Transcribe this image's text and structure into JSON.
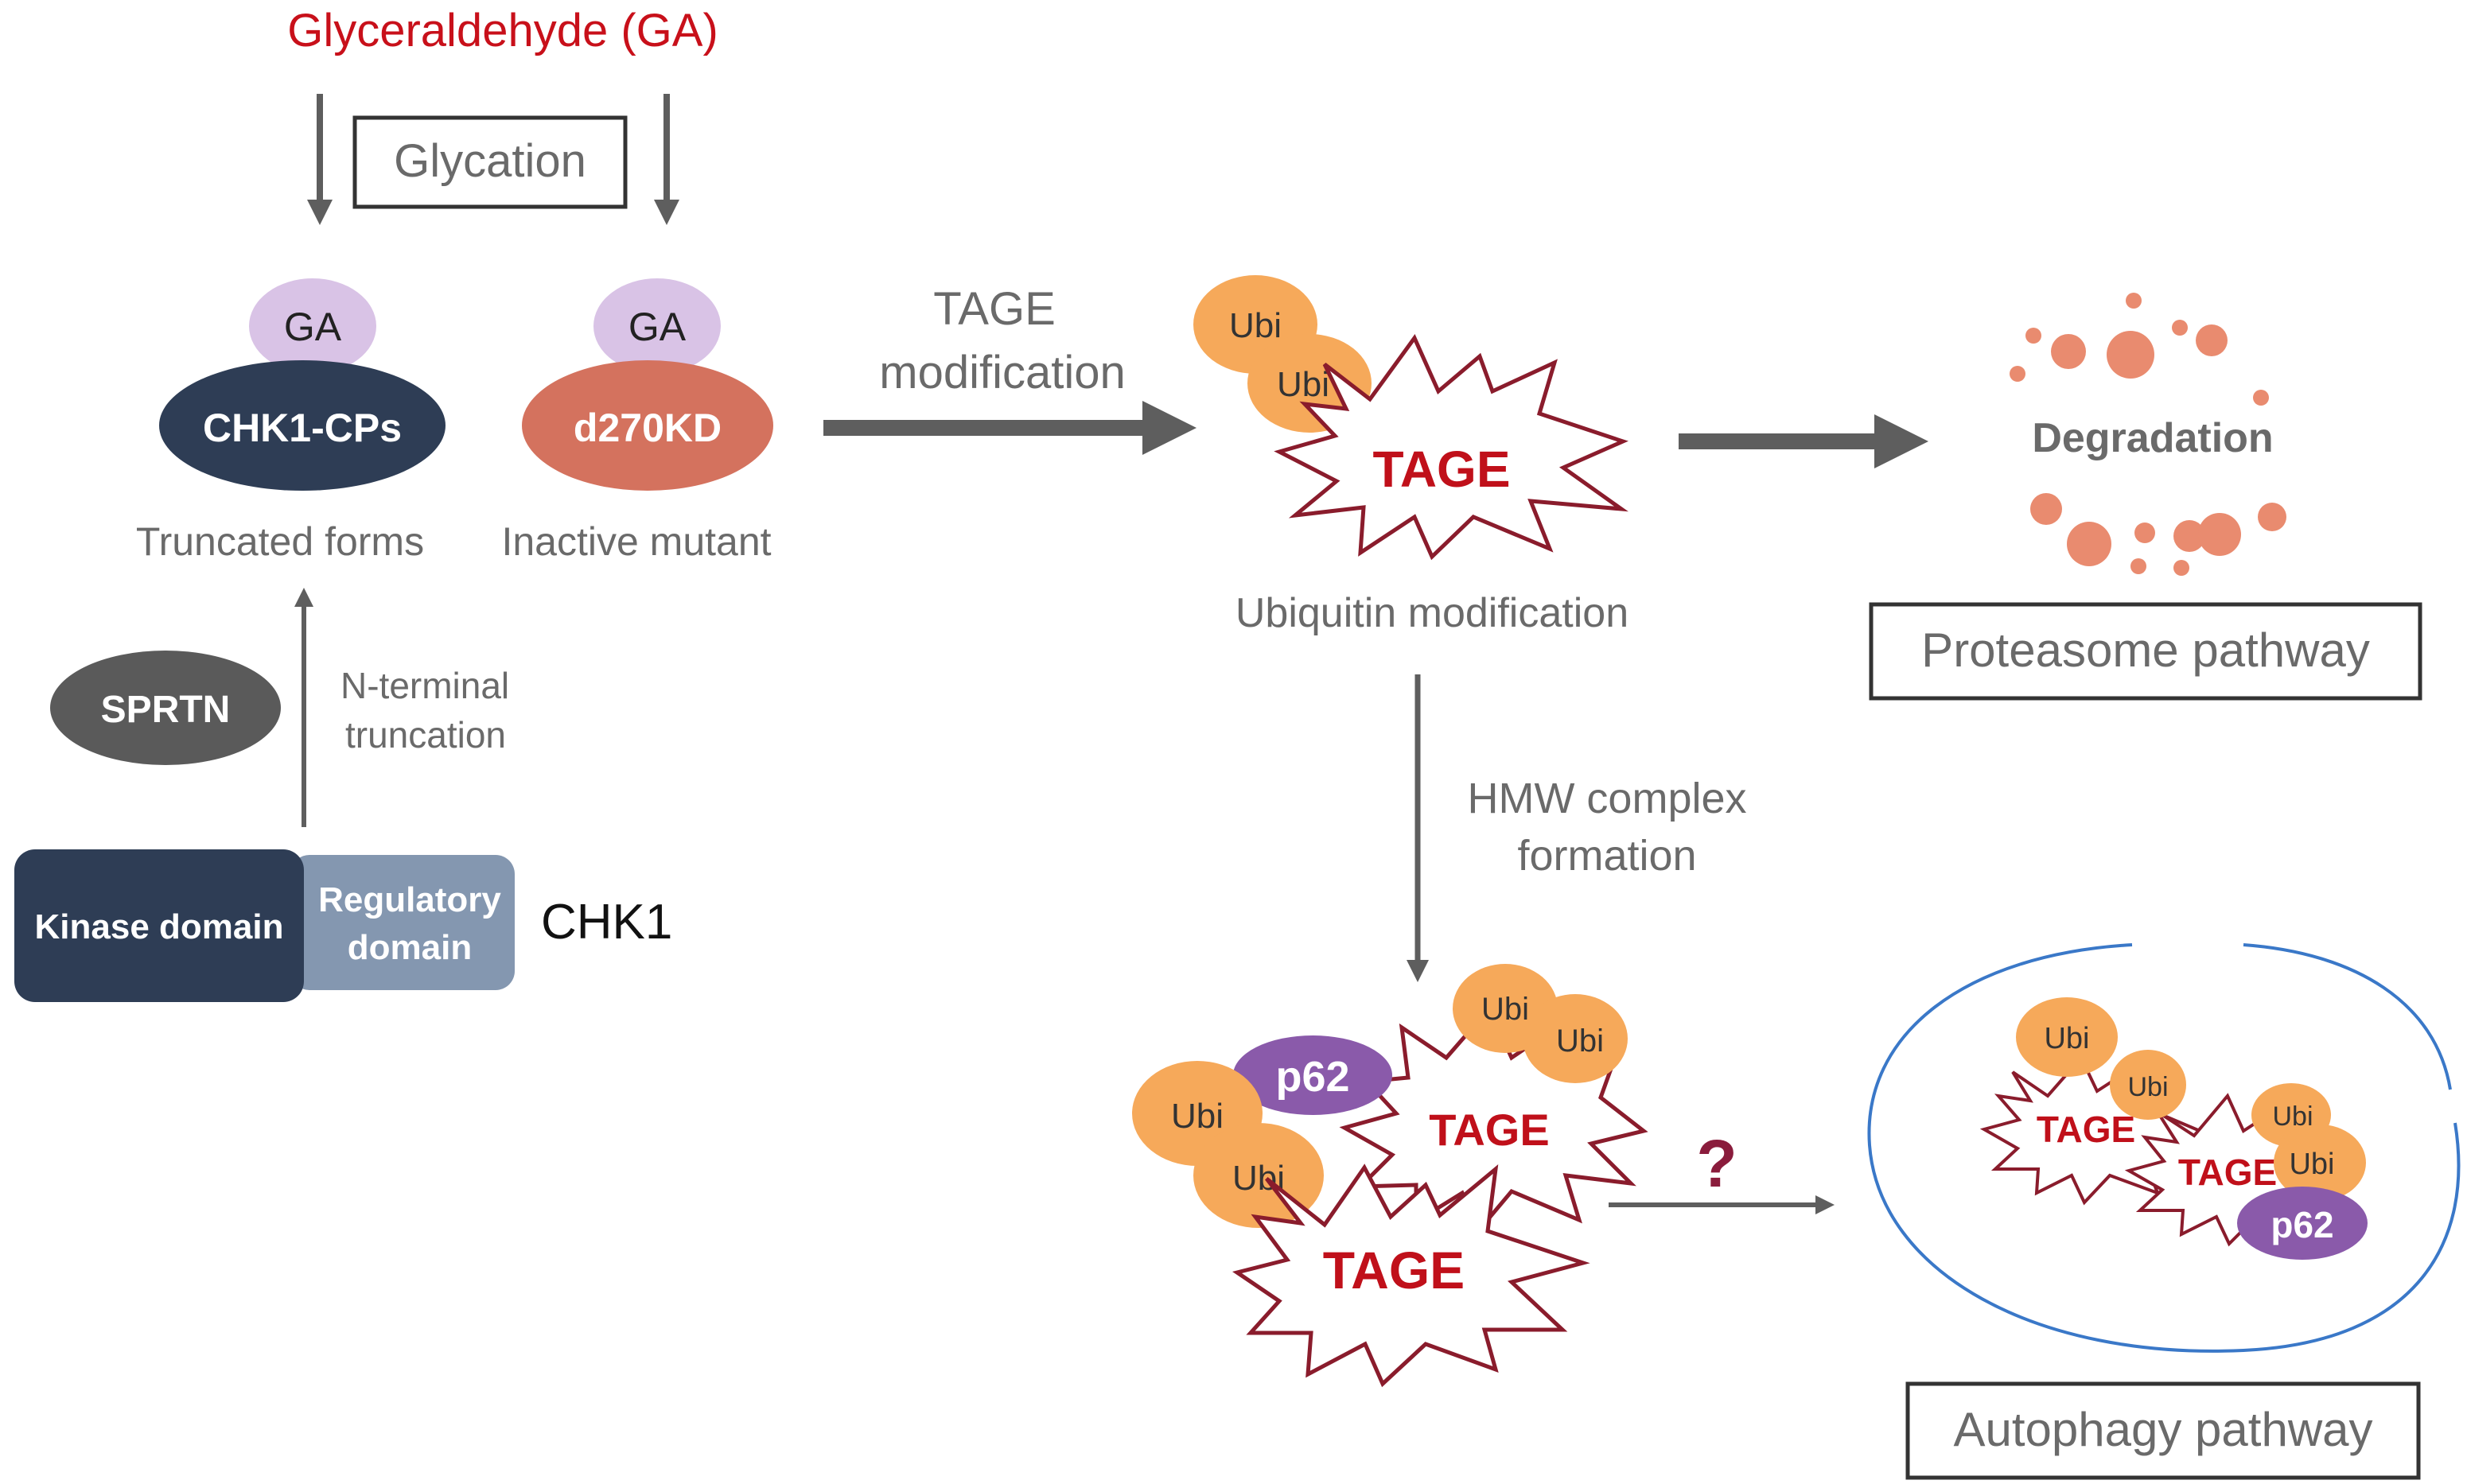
{
  "colors": {
    "ga_red": "#c8101a",
    "ga_badge": "#d9c3e6",
    "chk1_navy": "#2e3d55",
    "mutant_salmon": "#d4725e",
    "regulatory_blue": "#8497b0",
    "sprtn_gray": "#5a5a5a",
    "ubi_orange": "#f6a95a",
    "p62_purple": "#8a5aaa",
    "tage_outline": "#8a1c2c",
    "tage_text": "#c0101a",
    "degradation_dots": "#e98b6f",
    "arrow_gray": "#5e5e5e",
    "vesicle_blue": "#3a78c8",
    "question_mark": "#8a1c3c"
  },
  "labels": {
    "ga_title": "Glyceraldehyde (GA)",
    "glycation": "Glycation",
    "ga_badge": "GA",
    "chk1_cps": "CHK1-CPs",
    "d270kd": "d270KD",
    "truncated_forms": "Truncated forms",
    "inactive_mutant": "Inactive mutant",
    "sprtn": "SPRTN",
    "n_terminal_line1": "N-terminal",
    "n_terminal_line2": "truncation",
    "kinase_domain": "Kinase domain",
    "regulatory_line1": "Regulatory",
    "regulatory_line2": "domain",
    "chk1": "CHK1",
    "tage_mod_line1": "TAGE",
    "tage_mod_line2": "modification",
    "ubi": "Ubi",
    "tage": "TAGE",
    "p62": "p62",
    "ubiquitin_modification": "Ubiquitin modification",
    "degradation": "Degradation",
    "proteasome_pathway": "Proteasome pathway",
    "hmw_line1": "HMW complex",
    "hmw_line2": "formation",
    "question": "?",
    "autophagy_pathway": "Autophagy pathway"
  },
  "icons": {
    "tage_shape": "starburst-icon",
    "degradation_shape": "dot-ring-icon",
    "vesicle_shape": "autophagosome-icon"
  }
}
